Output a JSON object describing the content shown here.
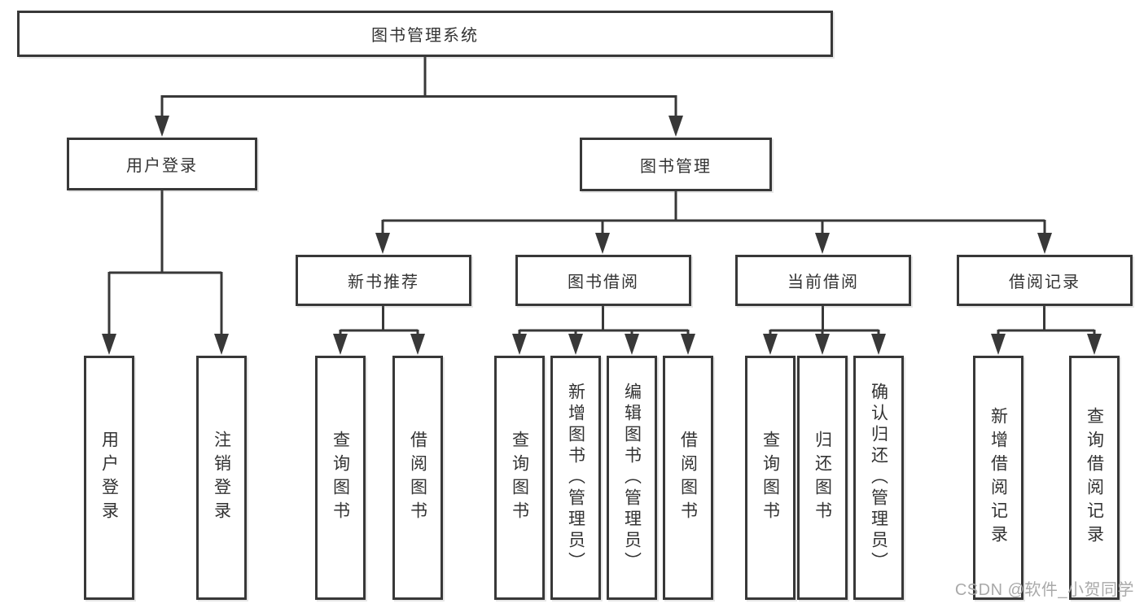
{
  "diagram": {
    "type": "hierarchy-tree",
    "title": "图书管理系统",
    "nodes": {
      "root": {
        "label": "图书管理系统"
      },
      "login": {
        "label": "用户登录"
      },
      "mgmt": {
        "label": "图书管理"
      },
      "login_user": {
        "label": "用户登录"
      },
      "login_logout": {
        "label": "注销登录"
      },
      "rec": {
        "label": "新书推荐"
      },
      "borrow": {
        "label": "图书借阅"
      },
      "current": {
        "label": "当前借阅"
      },
      "records": {
        "label": "借阅记录"
      },
      "rec_query": {
        "label": "查询图书"
      },
      "rec_borrow": {
        "label": "借阅图书"
      },
      "borrow_query": {
        "label": "查询图书"
      },
      "borrow_add": {
        "label": "新增图书（管理员）"
      },
      "borrow_edit": {
        "label": "编辑图书（管理员）"
      },
      "borrow_lend": {
        "label": "借阅图书"
      },
      "current_query": {
        "label": "查询图书"
      },
      "current_return": {
        "label": "归还图书"
      },
      "current_confirm": {
        "label": "确认归还（管理员）"
      },
      "records_add": {
        "label": "新增借阅记录"
      },
      "records_query": {
        "label": "查询借阅记录"
      }
    },
    "edges": [
      {
        "from": "root",
        "to": [
          "login",
          "mgmt"
        ]
      },
      {
        "from": "login",
        "to": [
          "login_user",
          "login_logout"
        ]
      },
      {
        "from": "mgmt",
        "to": [
          "rec",
          "borrow",
          "current",
          "records"
        ]
      },
      {
        "from": "rec",
        "to": [
          "rec_query",
          "rec_borrow"
        ]
      },
      {
        "from": "borrow",
        "to": [
          "borrow_query",
          "borrow_add",
          "borrow_edit",
          "borrow_lend"
        ]
      },
      {
        "from": "current",
        "to": [
          "current_query",
          "current_return",
          "current_confirm"
        ]
      },
      {
        "from": "records",
        "to": [
          "records_add",
          "records_query"
        ]
      }
    ],
    "colors": {
      "line": "#383838",
      "text": "#333333",
      "background": "#ffffff",
      "watermark": "#a9a9a9"
    }
  },
  "watermark": {
    "text": "CSDN @软件_小贺同学"
  }
}
